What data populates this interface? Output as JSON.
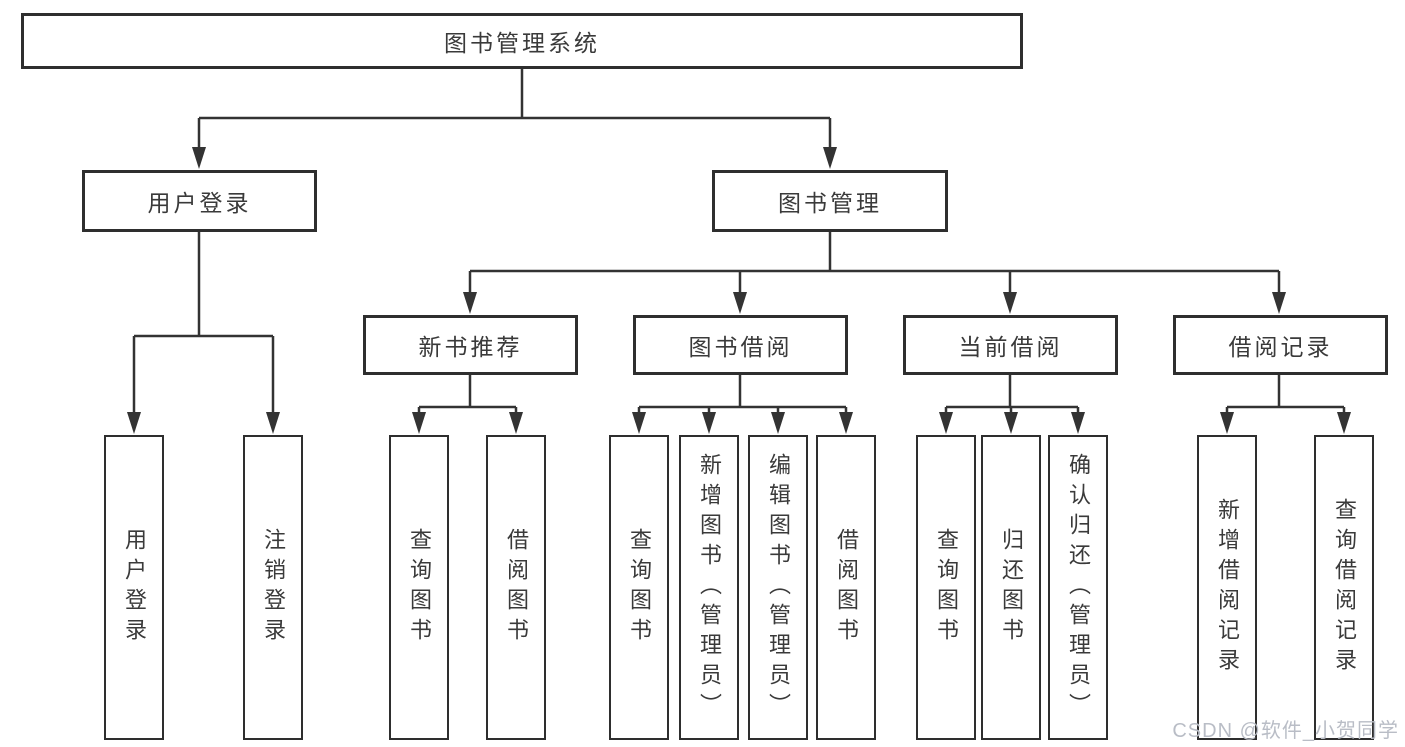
{
  "nodes": {
    "root": "图书管理系统",
    "level2": [
      "用户登录",
      "图书管理"
    ],
    "level3": [
      "新书推荐",
      "图书借阅",
      "当前借阅",
      "借阅记录"
    ],
    "group1": [
      "用户登录",
      "注销登录"
    ],
    "group2": [
      "查询图书",
      "借阅图书"
    ],
    "group3": [
      "查询图书",
      "新增图书（管理员）",
      "编辑图书（管理员）",
      "借阅图书"
    ],
    "group4": [
      "查询图书",
      "归还图书",
      "确认归还（管理员）"
    ],
    "group5": [
      "新增借阅记录",
      "查询借阅记录"
    ]
  },
  "watermark": "CSDN @软件_小贺同学",
  "colors": {
    "line": "#333333",
    "border": "#2e2e2e",
    "text": "#3a3a3a",
    "background": "#ffffff",
    "watermark": "#b9bdc6"
  }
}
